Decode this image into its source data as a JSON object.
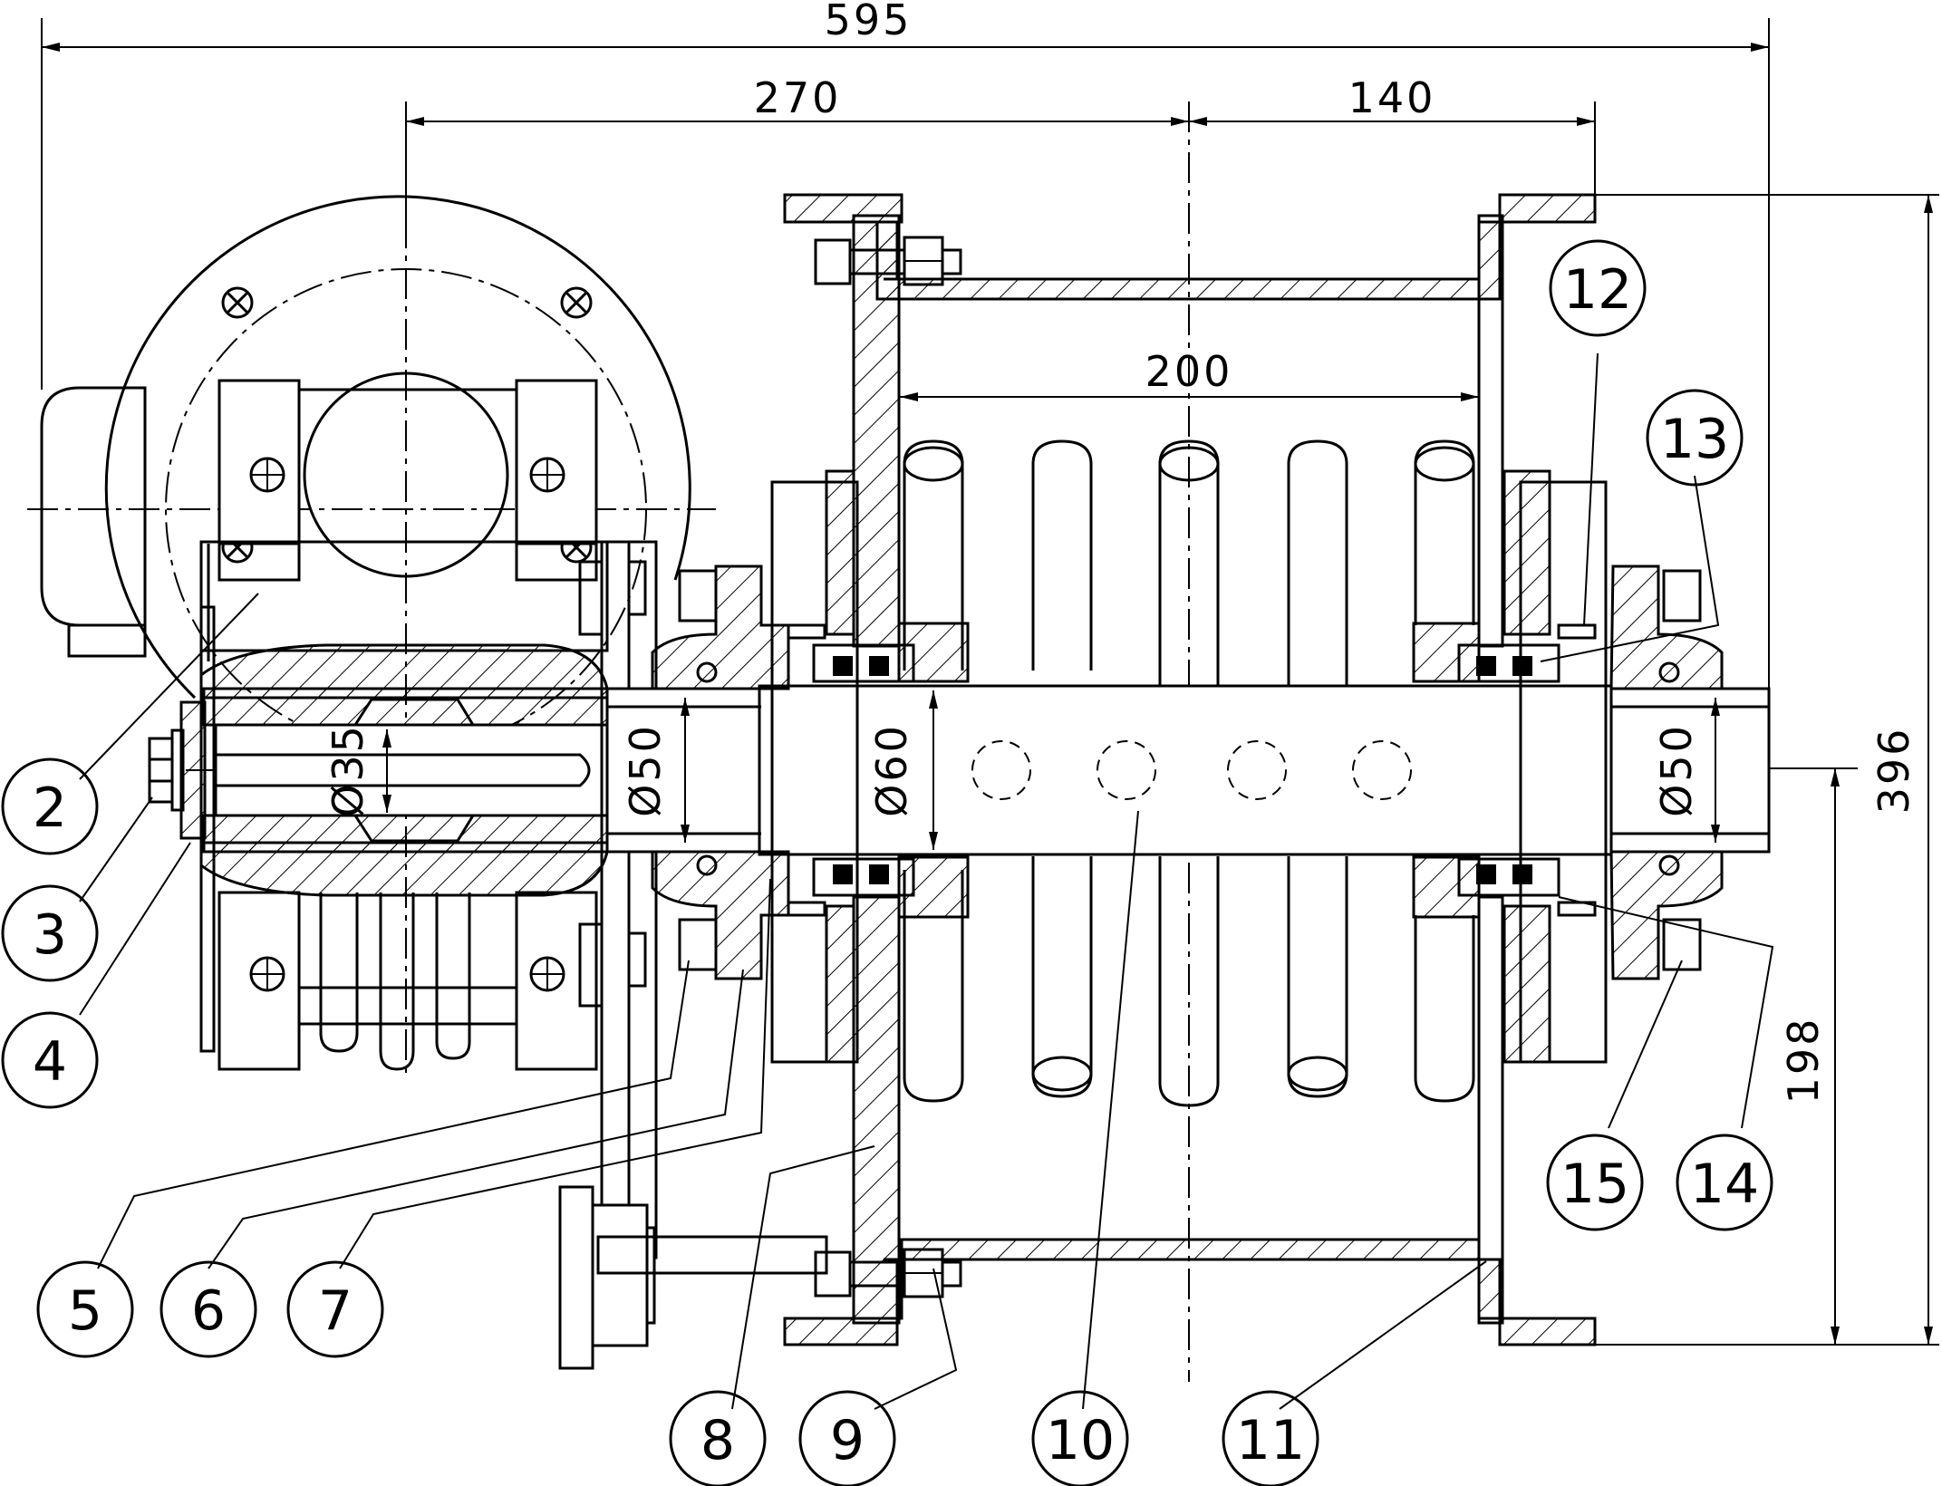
{
  "drawing": {
    "dimensions": {
      "overall_length": "595",
      "motor_to_center": "270",
      "center_to_flange": "140",
      "rotor_width": "200",
      "overall_height": "396",
      "center_to_bottom": "198",
      "shaft_dia_gear": "Ø35",
      "shaft_dia_left": "Ø50",
      "shaft_dia_center": "Ø60",
      "shaft_dia_right": "Ø50"
    },
    "callouts": [
      {
        "id": "2",
        "label": "2"
      },
      {
        "id": "3",
        "label": "3"
      },
      {
        "id": "4",
        "label": "4"
      },
      {
        "id": "5",
        "label": "5"
      },
      {
        "id": "6",
        "label": "6"
      },
      {
        "id": "7",
        "label": "7"
      },
      {
        "id": "8",
        "label": "8"
      },
      {
        "id": "9",
        "label": "9"
      },
      {
        "id": "10",
        "label": "10"
      },
      {
        "id": "11",
        "label": "11"
      },
      {
        "id": "12",
        "label": "12"
      },
      {
        "id": "13",
        "label": "13"
      },
      {
        "id": "14",
        "label": "14"
      },
      {
        "id": "15",
        "label": "15"
      }
    ]
  }
}
